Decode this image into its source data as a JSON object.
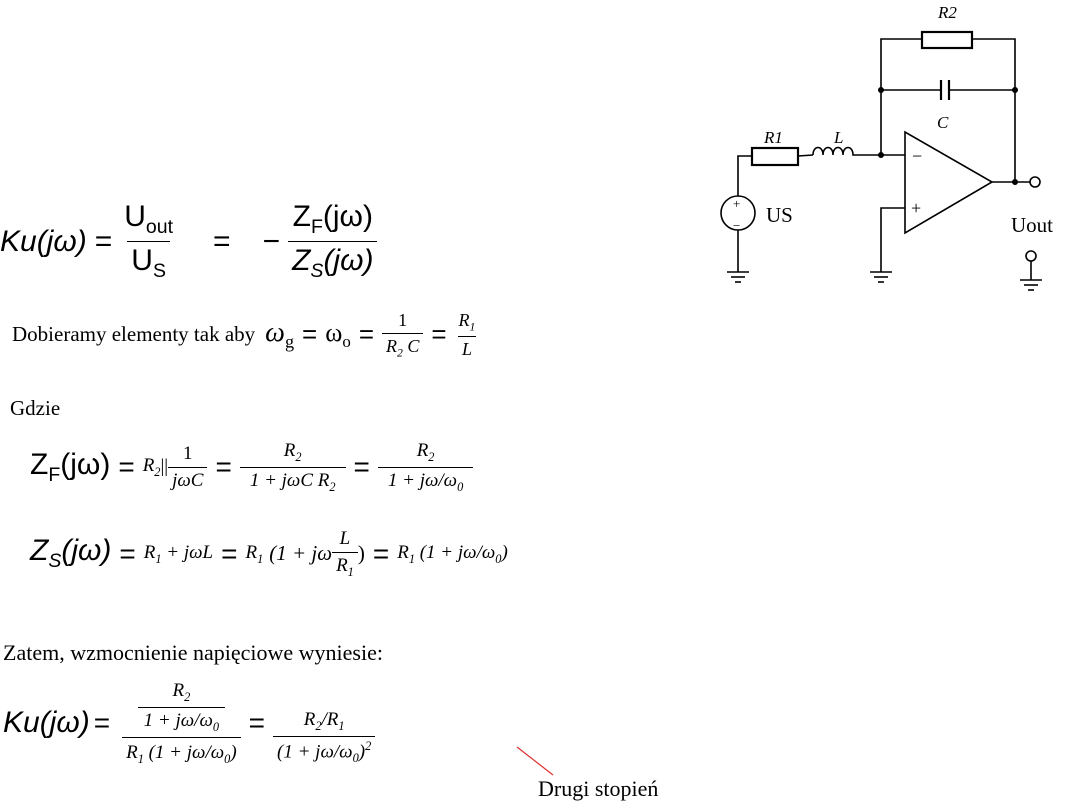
{
  "eq1": {
    "lhs": "Ku(jω)",
    "eq": "=",
    "num_U": "U",
    "num_sub": "out",
    "den_U": "U",
    "den_sub": "S",
    "eq2": "=",
    "minus": "−",
    "zf": "Z",
    "zf_sub": "F",
    "zf_arg": "(jω)",
    "zs": "Z",
    "zs_sub": "S",
    "zs_arg": "(jω)"
  },
  "line2": {
    "text": "Dobieramy elementy tak aby",
    "omega_g": "ω",
    "g": "g",
    "eq": "=",
    "omega_o": "ω",
    "o": "o",
    "eq2": "=",
    "one": "1",
    "r2c": "R",
    "r2c_sub": "2",
    "r2c_c": " C",
    "eq3": "=",
    "r1": "R",
    "r1_sub": "1",
    "l": "L"
  },
  "gdzie": "Gdzie",
  "zf_line": {
    "lhs": "Z",
    "sub": "F",
    "arg": "(jω)",
    "eq": "=",
    "r2par": "R",
    "r2par_sub": "2",
    "par": "||",
    "f1_num": "1",
    "f1_den": "jωC",
    "eq2": "=",
    "f2_num": "R",
    "f2_num_sub": "2",
    "f2_den": "1 + jωC R",
    "f2_den_sub": "2",
    "eq3": "=",
    "f3_num": "R",
    "f3_num_sub": "2",
    "f3_den": "1 + jω/ω",
    "f3_den_sub": "0"
  },
  "zs_line": {
    "lhs": "Z",
    "sub": "S",
    "arg": "(jω)",
    "eq": "=",
    "t1": "R",
    "t1_sub": "1",
    "t1_rest": " + jωL",
    "eq2": "=",
    "t2": "R",
    "t2_sub": "1",
    "t2_open": "(1 + jω",
    "t2_num": "L",
    "t2_den": "R",
    "t2_den_sub": "1",
    "t2_close": ")",
    "eq3": "=",
    "t3": "R",
    "t3_sub": "1",
    "t3_rest": " (1 + jω/ω",
    "t3_sub2": "0",
    "t3_end": ")"
  },
  "zatem": "Zatem, wzmocnienie napięciowe wyniesie:",
  "ku_line": {
    "lhs": "Ku(jω)",
    "eq": "=",
    "inner_num": "R",
    "inner_num_sub": "2",
    "inner_den": "1 + jω/ω",
    "inner_den_sub": "0",
    "outer_den": "R",
    "outer_den_sub": "1",
    "outer_den_rest": " (1 + jω/ω",
    "outer_den_sub2": "0",
    "outer_den_end": ")",
    "eq2": "=",
    "f_num": "R",
    "f_num_sub": "2",
    "f_num_rest": "/R",
    "f_num_sub2": "1",
    "f_den": "(1 + jω/ω",
    "f_den_sub": "0",
    "f_den_end": ")",
    "f_den_sup": "2",
    "annotation": "Drugi stopień"
  },
  "circuit": {
    "r2": "R2",
    "c": "C",
    "r1": "R1",
    "l": "L",
    "us": "US",
    "uout": "Uout",
    "minus": "−",
    "plus": "+"
  },
  "colors": {
    "annotation_line": "#e03030"
  }
}
